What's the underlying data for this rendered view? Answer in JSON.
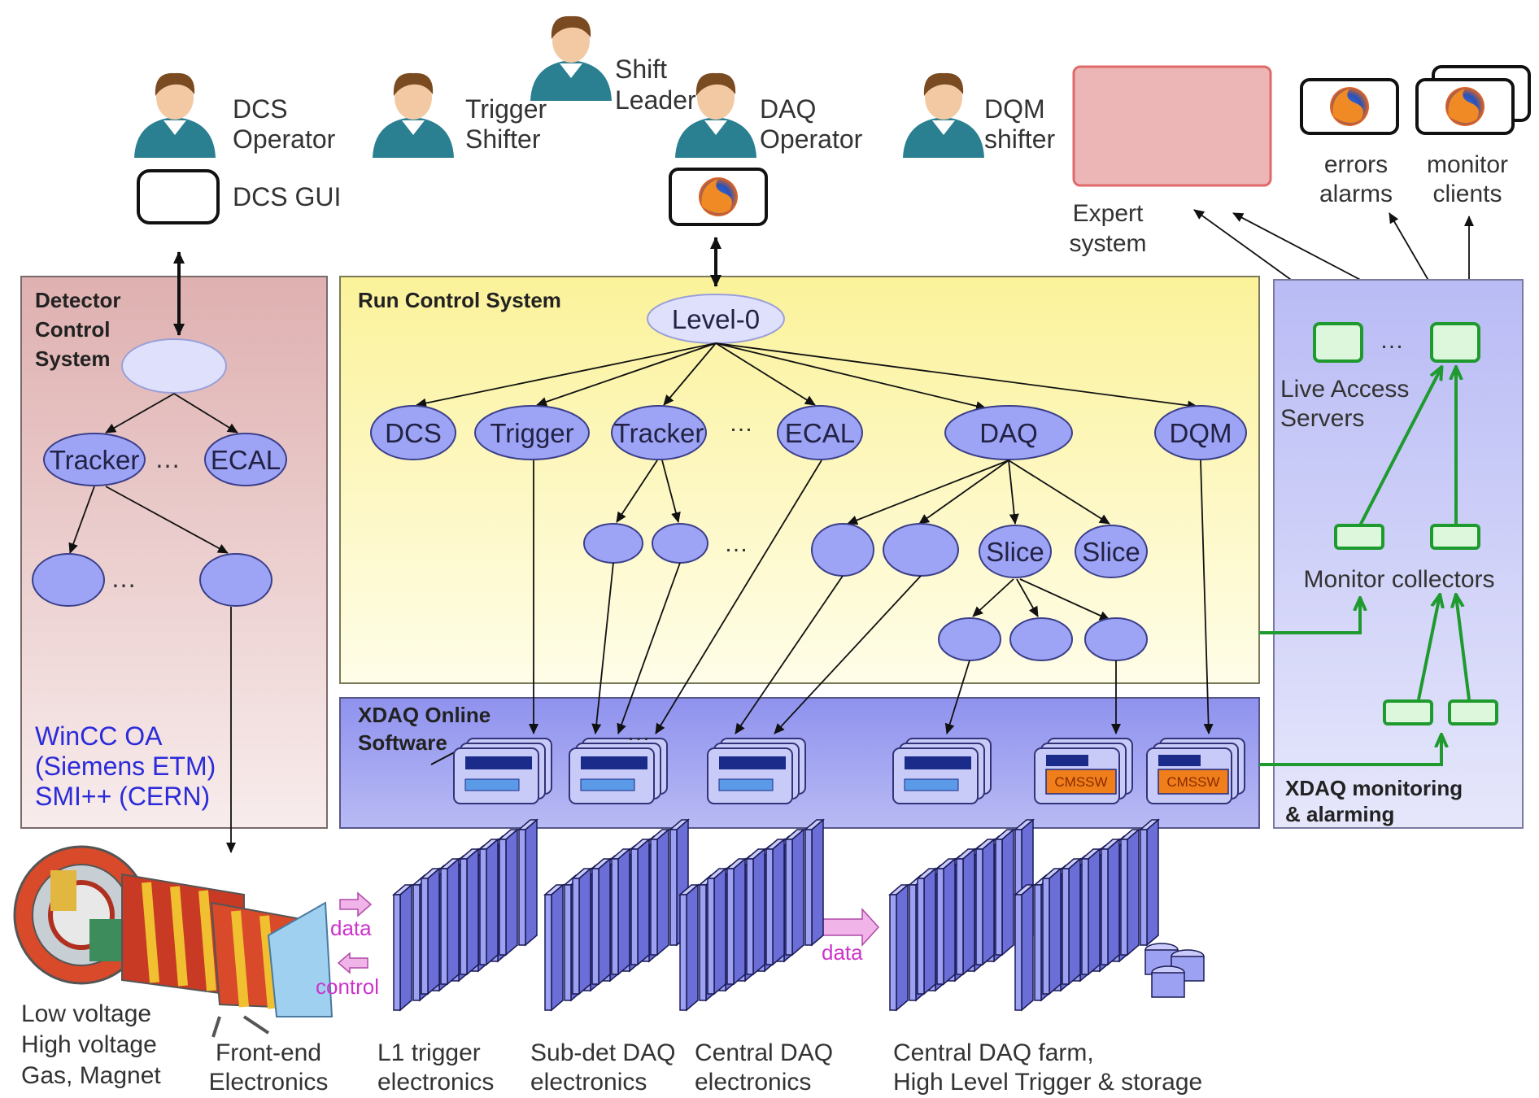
{
  "operators": {
    "dcs_operator": [
      "DCS",
      "Operator"
    ],
    "trigger_shifter": [
      "Trigger",
      "Shifter"
    ],
    "shift_leader": [
      "Shift",
      "Leader"
    ],
    "daq_operator": [
      "DAQ",
      "Operator"
    ],
    "dqm_shifter": [
      "DQM",
      "shifter"
    ]
  },
  "dcs_gui_label": "DCS GUI",
  "expert_system": [
    "Expert",
    "system"
  ],
  "errors_alarms": [
    "errors",
    "alarms"
  ],
  "monitor_clients": [
    "monitor",
    "clients"
  ],
  "dcs_panel": {
    "title": [
      "Detector",
      "Control",
      "System"
    ],
    "nodes": {
      "tracker": "Tracker",
      "ecal": "ECAL",
      "ellipsis_a": "…",
      "ellipsis_b": "…"
    },
    "footer": [
      "WinCC OA",
      "(Siemens ETM)",
      "SMI++ (CERN)"
    ]
  },
  "rcs_panel": {
    "title": "Run Control System",
    "level0": "Level-0",
    "nodes": {
      "dcs": "DCS",
      "trigger": "Trigger",
      "tracker": "Tracker",
      "ellipsis": "…",
      "ecal": "ECAL",
      "daq": "DAQ",
      "dqm": "DQM",
      "slice_1": "Slice",
      "slice_2": "Slice",
      "ellipsis_2": "…"
    }
  },
  "xdaq_panel": {
    "title": [
      "XDAQ Online",
      "Software"
    ],
    "ellipsis": "…",
    "cmssw_1": "CMSSW",
    "cmssw_2": "CMSSW"
  },
  "monitoring_panel": {
    "live_access": [
      "Live Access",
      "Servers"
    ],
    "ellipsis": "…",
    "monitor_collectors": "Monitor collectors",
    "title": [
      "XDAQ monitoring",
      "& alarming"
    ]
  },
  "flow": {
    "data_1": "data",
    "control": "control",
    "data_2": "data"
  },
  "bottom_labels": {
    "detector": [
      "Low voltage",
      "High voltage",
      "Gas, Magnet"
    ],
    "frontend": [
      "Front-end",
      "Electronics"
    ],
    "l1": [
      "L1 trigger",
      "electronics"
    ],
    "subdet": [
      "Sub-det DAQ",
      "electronics"
    ],
    "central": [
      "Central DAQ",
      "electronics"
    ],
    "farm": [
      "Central DAQ farm,",
      "High Level Trigger & storage"
    ]
  },
  "colors": {
    "dcs_panel_bg": "#e8c4c4",
    "rcs_panel_bg": "#fdf8c4",
    "xdaq_panel_bg": "#9ea0f2",
    "monitoring_panel_bg": "#c6c8f3",
    "node_fill": "#9ea4f5",
    "green_link": "#1e9a2e",
    "expert_box": "#ebb5b5",
    "cmssw_orange": "#f07e1a"
  }
}
